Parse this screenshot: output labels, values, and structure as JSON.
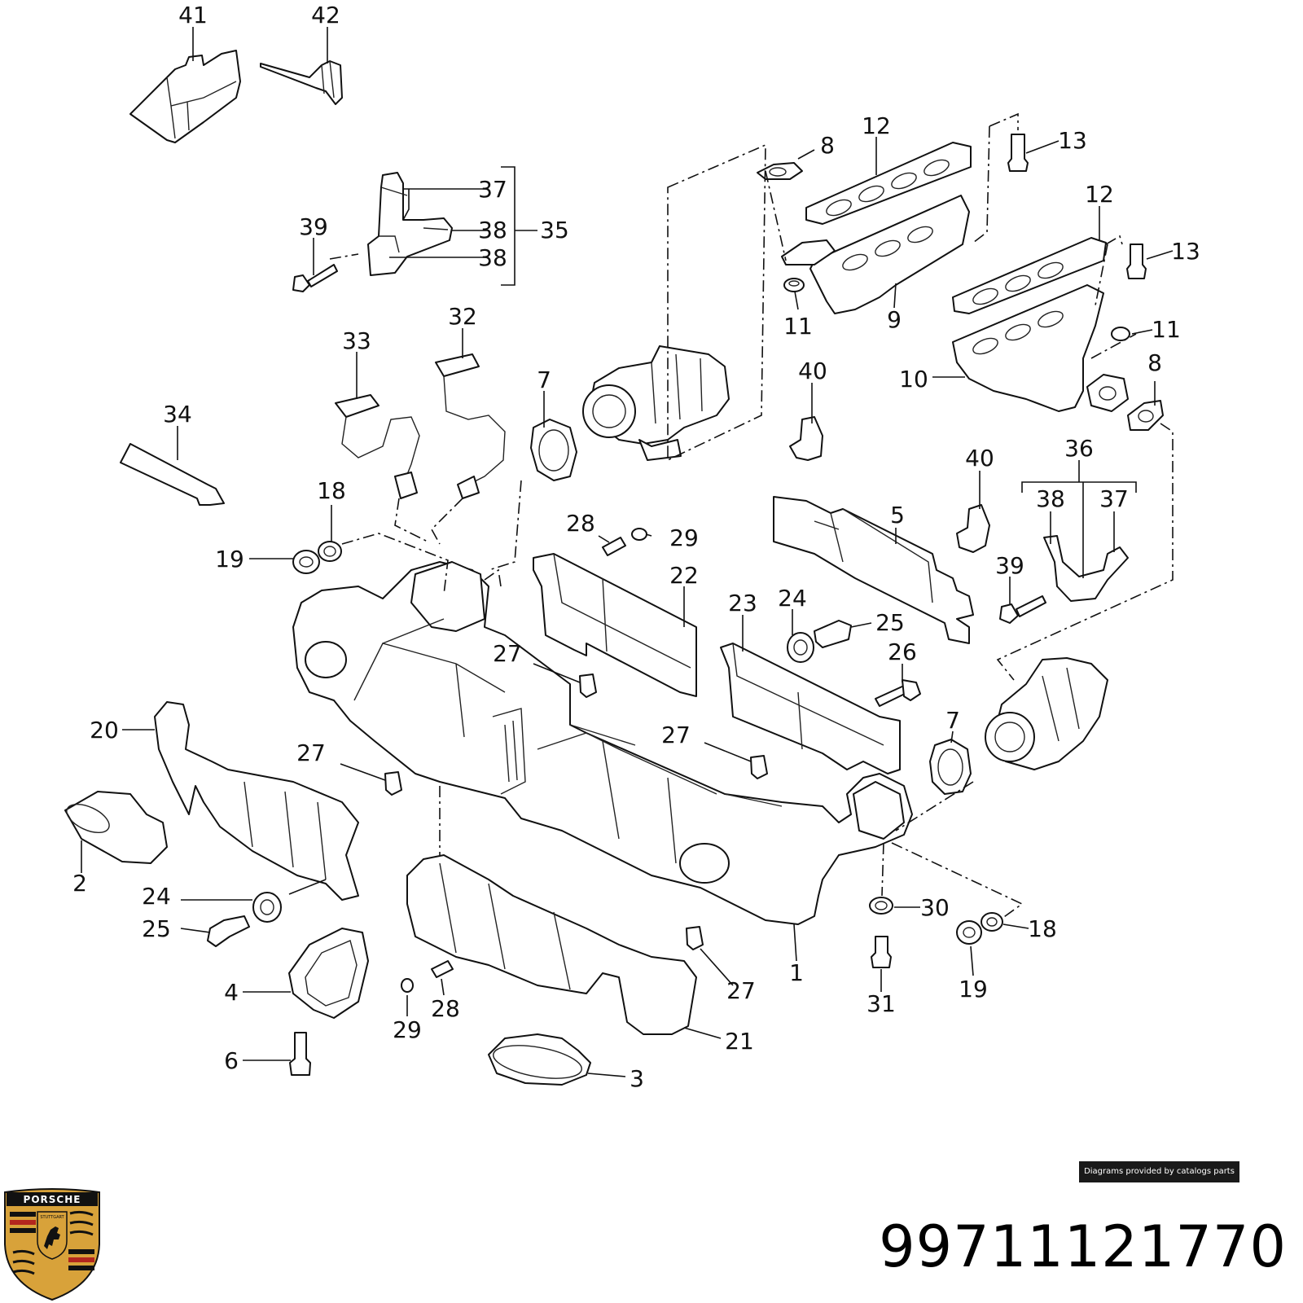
{
  "callouts": [
    {
      "id": "c41",
      "text": "41"
    },
    {
      "id": "c42",
      "text": "42"
    },
    {
      "id": "c37a",
      "text": "37"
    },
    {
      "id": "c38a",
      "text": "38"
    },
    {
      "id": "c35",
      "text": "35"
    },
    {
      "id": "c38b",
      "text": "38"
    },
    {
      "id": "c39a",
      "text": "39"
    },
    {
      "id": "c8a",
      "text": "8"
    },
    {
      "id": "c12a",
      "text": "12"
    },
    {
      "id": "c13a",
      "text": "13"
    },
    {
      "id": "c12b",
      "text": "12"
    },
    {
      "id": "c13b",
      "text": "13"
    },
    {
      "id": "c11a",
      "text": "11"
    },
    {
      "id": "c9",
      "text": "9"
    },
    {
      "id": "c11b",
      "text": "11"
    },
    {
      "id": "c8b",
      "text": "8"
    },
    {
      "id": "c10",
      "text": "10"
    },
    {
      "id": "c33",
      "text": "33"
    },
    {
      "id": "c32",
      "text": "32"
    },
    {
      "id": "c7a",
      "text": "7"
    },
    {
      "id": "c34",
      "text": "34"
    },
    {
      "id": "c40a",
      "text": "40"
    },
    {
      "id": "c18a",
      "text": "18"
    },
    {
      "id": "c19a",
      "text": "19"
    },
    {
      "id": "c40b",
      "text": "40"
    },
    {
      "id": "c36",
      "text": "36"
    },
    {
      "id": "c38c",
      "text": "38"
    },
    {
      "id": "c37b",
      "text": "37"
    },
    {
      "id": "c5",
      "text": "5"
    },
    {
      "id": "c28a",
      "text": "28"
    },
    {
      "id": "c29a",
      "text": "29"
    },
    {
      "id": "c22",
      "text": "22"
    },
    {
      "id": "c39b",
      "text": "39"
    },
    {
      "id": "c23",
      "text": "23"
    },
    {
      "id": "c24a",
      "text": "24"
    },
    {
      "id": "c25a",
      "text": "25"
    },
    {
      "id": "c27a",
      "text": "27"
    },
    {
      "id": "c26",
      "text": "26"
    },
    {
      "id": "c20",
      "text": "20"
    },
    {
      "id": "c7b",
      "text": "7"
    },
    {
      "id": "c27b",
      "text": "27"
    },
    {
      "id": "c27c",
      "text": "27"
    },
    {
      "id": "c2",
      "text": "2"
    },
    {
      "id": "c24b",
      "text": "24"
    },
    {
      "id": "c25b",
      "text": "25"
    },
    {
      "id": "c30",
      "text": "30"
    },
    {
      "id": "c18b",
      "text": "18"
    },
    {
      "id": "c1",
      "text": "1"
    },
    {
      "id": "c4",
      "text": "4"
    },
    {
      "id": "c27d",
      "text": "27"
    },
    {
      "id": "c19b",
      "text": "19"
    },
    {
      "id": "c29b",
      "text": "29"
    },
    {
      "id": "c28b",
      "text": "28"
    },
    {
      "id": "c31",
      "text": "31"
    },
    {
      "id": "c21",
      "text": "21"
    },
    {
      "id": "c6",
      "text": "6"
    },
    {
      "id": "c3",
      "text": "3"
    }
  ],
  "credit": "Diagrams provided by catalogs parts",
  "part_number": "99711121770",
  "logo": {
    "word": "PORSCHE",
    "city": "STUTTGART",
    "colors": {
      "gold": "#d8a23a",
      "red": "#b3261e",
      "black": "#111111"
    }
  }
}
